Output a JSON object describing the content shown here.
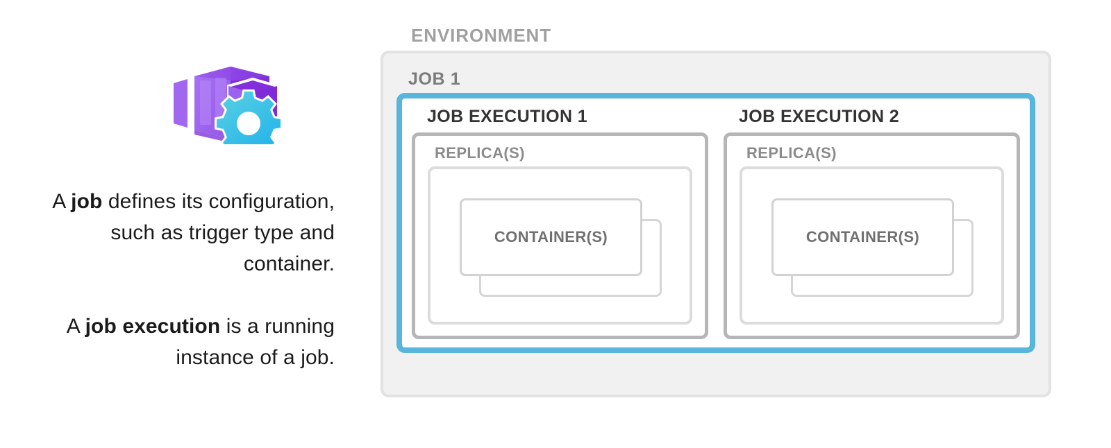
{
  "left": {
    "icon_name": "azure-container-apps-job-icon",
    "paragraphs": [
      {
        "prefix": "A ",
        "strong": "job",
        "suffix": " defines its configuration, such as trigger type and container."
      },
      {
        "prefix": "A ",
        "strong": "job execution",
        "suffix": " is a running instance of a job."
      }
    ]
  },
  "diagram": {
    "environment_label": "ENVIRONMENT",
    "job_label": "JOB 1",
    "executions": [
      {
        "title": "JOB EXECUTION 1",
        "replica_label": "REPLICA(S)",
        "container_label": "CONTAINER(S)"
      },
      {
        "title": "JOB EXECUTION 2",
        "replica_label": "REPLICA(S)",
        "container_label": "CONTAINER(S)"
      }
    ],
    "colors": {
      "job_border": "#58b5db",
      "environment_fill": "#f1f1f1",
      "environment_border": "#e2e2e2",
      "execution_border": "#b6b6b6",
      "replica_border": "#dcdcdc",
      "container_border": "#d2d2d2",
      "environment_label_text": "#a0a0a0",
      "job_label_text": "#7c7c7c",
      "execution_title_text": "#333333",
      "replica_label_text": "#8b8b8b",
      "container_label_text": "#707070",
      "body_text": "#1b1b1b",
      "icon_purple_dark": "#7b28d9",
      "icon_purple_mid": "#8e52e6",
      "icon_purple_light": "#a56ef0",
      "icon_gear_cyan": "#2fb8e6",
      "icon_gear_cyan_light": "#56cfe4"
    }
  }
}
